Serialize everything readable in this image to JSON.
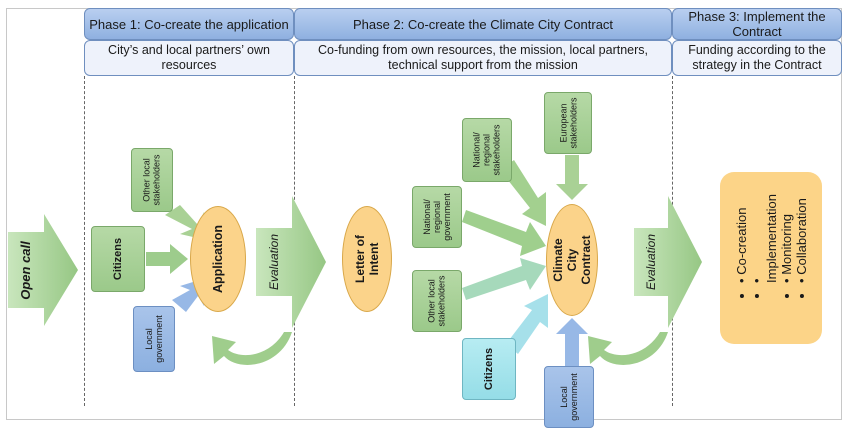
{
  "phases": [
    {
      "title": "Phase 1: Co-create the application",
      "subtitle": "City’s and local partners’ own resources"
    },
    {
      "title": "Phase 2: Co-create the Climate City Contract",
      "subtitle": "Co-funding from own resources, the mission, local partners, technical support from the mission"
    },
    {
      "title": "Phase 3: Implement the Contract",
      "subtitle": "Funding according to the strategy in the Contract"
    }
  ],
  "open_call": "Open call",
  "phase1": {
    "other_local": "Other local stakeholders",
    "citizens": "Citizens",
    "local_gov": "Local government",
    "application": "Application",
    "evaluation": "Evaluation"
  },
  "phase2": {
    "letter": "Letter of Intent",
    "european": "European stakeholders",
    "national_stake": "National/ regional stakeholders",
    "national_gov": "National/ regional government",
    "other_local": "Other local stakeholders",
    "citizens": "Citizens",
    "local_gov": "Local government",
    "contract": "Climate City Contract",
    "evaluation": "Evaluation"
  },
  "phase3": {
    "items": [
      "Co-creation",
      "Implementation",
      "Monitoring",
      "Collaboration"
    ]
  },
  "colors": {
    "header": "#a3bfe8",
    "green": "#a9d195",
    "blue": "#97b8e6",
    "teal": "#a6e4ec",
    "orange": "#fbd38a"
  }
}
